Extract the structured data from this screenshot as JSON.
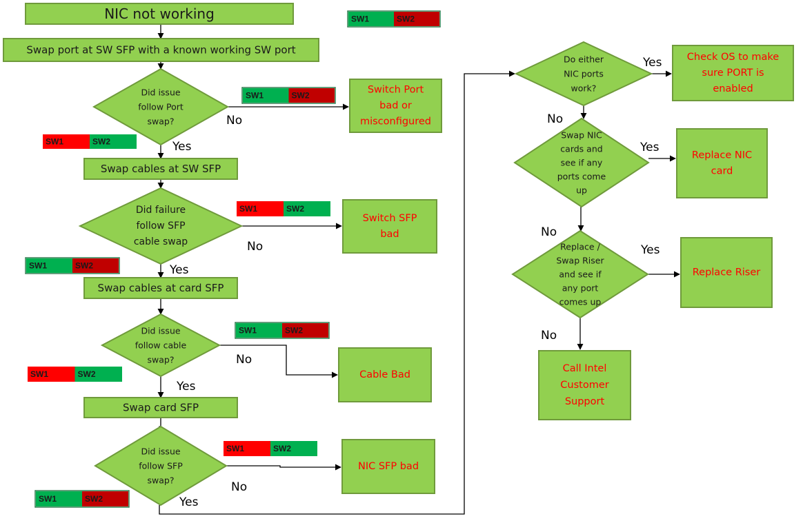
{
  "title": "NIC not working",
  "colors": {
    "box_fill": "#92d050",
    "box_stroke": "#6f9a3b",
    "result_text": "#ff0000",
    "sw_green": "#00b050",
    "sw_red_bright": "#ff0000",
    "sw_red_dark": "#c00000"
  },
  "legend": {
    "items": [
      {
        "label": "SW1",
        "status": "green"
      },
      {
        "label": "SW2",
        "status": "red"
      }
    ]
  },
  "nodes": [
    {
      "id": "start",
      "type": "process",
      "text": [
        "NIC not working"
      ]
    },
    {
      "id": "swap-port",
      "type": "process",
      "text": [
        "Swap port at SW SFP with a known working SW port"
      ]
    },
    {
      "id": "q-port",
      "type": "decision",
      "text": [
        "Did issue",
        "follow Port",
        "swap?"
      ]
    },
    {
      "id": "r-switch-port",
      "type": "result",
      "text": [
        "Switch Port",
        "bad or",
        "misconfigured"
      ]
    },
    {
      "id": "swap-cables-sw",
      "type": "process",
      "text": [
        "Swap cables at SW SFP"
      ]
    },
    {
      "id": "q-sfp-cable",
      "type": "decision",
      "text": [
        "Did failure",
        "follow SFP",
        "cable swap"
      ]
    },
    {
      "id": "r-switch-sfp",
      "type": "result",
      "text": [
        "Switch SFP",
        "bad"
      ]
    },
    {
      "id": "swap-cables-card",
      "type": "process",
      "text": [
        "Swap cables at card SFP"
      ]
    },
    {
      "id": "q-cable",
      "type": "decision",
      "text": [
        "Did issue",
        "follow cable",
        "swap?"
      ]
    },
    {
      "id": "r-cable",
      "type": "result",
      "text": [
        "Cable Bad"
      ]
    },
    {
      "id": "swap-card-sfp",
      "type": "process",
      "text": [
        "Swap card SFP"
      ]
    },
    {
      "id": "q-sfp",
      "type": "decision",
      "text": [
        "Did issue",
        "follow SFP",
        "swap?"
      ]
    },
    {
      "id": "r-nic-sfp",
      "type": "result",
      "text": [
        "NIC SFP bad"
      ]
    },
    {
      "id": "q-nic-ports",
      "type": "decision",
      "text": [
        "Do either",
        "NIC ports",
        "work?"
      ]
    },
    {
      "id": "r-check-os",
      "type": "result",
      "text": [
        "Check OS to make",
        "sure PORT is",
        "enabled"
      ]
    },
    {
      "id": "q-swap-nic",
      "type": "decision",
      "text": [
        "Swap NIC",
        "cards and",
        "see if any",
        "ports come",
        "up"
      ]
    },
    {
      "id": "r-replace-nic",
      "type": "result",
      "text": [
        "Replace NIC",
        "card"
      ]
    },
    {
      "id": "q-riser",
      "type": "decision",
      "text": [
        "Replace /",
        "Swap Riser",
        "and see if",
        "any port",
        "comes up"
      ]
    },
    {
      "id": "r-replace-riser",
      "type": "result",
      "text": [
        "Replace Riser"
      ]
    },
    {
      "id": "r-call-intel",
      "type": "result",
      "text": [
        "Call Intel",
        "Customer",
        "Support"
      ]
    }
  ],
  "edges": [
    {
      "from": "start",
      "to": "swap-port",
      "label": ""
    },
    {
      "from": "swap-port",
      "to": "q-port",
      "label": ""
    },
    {
      "from": "q-port",
      "to": "r-switch-port",
      "label": "No"
    },
    {
      "from": "q-port",
      "to": "swap-cables-sw",
      "label": "Yes"
    },
    {
      "from": "swap-cables-sw",
      "to": "q-sfp-cable",
      "label": ""
    },
    {
      "from": "q-sfp-cable",
      "to": "r-switch-sfp",
      "label": "No"
    },
    {
      "from": "q-sfp-cable",
      "to": "swap-cables-card",
      "label": "Yes"
    },
    {
      "from": "swap-cables-card",
      "to": "q-cable",
      "label": ""
    },
    {
      "from": "q-cable",
      "to": "r-cable",
      "label": "No"
    },
    {
      "from": "q-cable",
      "to": "swap-card-sfp",
      "label": "Yes"
    },
    {
      "from": "swap-card-sfp",
      "to": "q-sfp",
      "label": ""
    },
    {
      "from": "q-sfp",
      "to": "r-nic-sfp",
      "label": "No"
    },
    {
      "from": "q-sfp",
      "to": "q-nic-ports",
      "label": "Yes"
    },
    {
      "from": "q-nic-ports",
      "to": "r-check-os",
      "label": "Yes"
    },
    {
      "from": "q-nic-ports",
      "to": "q-swap-nic",
      "label": "No"
    },
    {
      "from": "q-swap-nic",
      "to": "r-replace-nic",
      "label": "Yes"
    },
    {
      "from": "q-swap-nic",
      "to": "q-riser",
      "label": "No"
    },
    {
      "from": "q-riser",
      "to": "r-replace-riser",
      "label": "Yes"
    },
    {
      "from": "q-riser",
      "to": "r-call-intel",
      "label": "No"
    }
  ],
  "status_bars": [
    {
      "id": "sb-legend",
      "sw1": "green",
      "sw2": "red",
      "labels": [
        "SW1",
        "SW2"
      ]
    },
    {
      "id": "sb-port-no",
      "sw1": "green",
      "sw2": "red",
      "labels": [
        "SW1",
        "SW2"
      ]
    },
    {
      "id": "sb-port-yes",
      "sw1": "red",
      "sw2": "green",
      "labels": [
        "SW1",
        "SW2"
      ]
    },
    {
      "id": "sb-sfpcable-no",
      "sw1": "red",
      "sw2": "green",
      "labels": [
        "SW1",
        "SW2"
      ]
    },
    {
      "id": "sb-sfpcable-yes",
      "sw1": "green",
      "sw2": "red",
      "labels": [
        "SW1",
        "SW2"
      ]
    },
    {
      "id": "sb-cable-no",
      "sw1": "green",
      "sw2": "red",
      "labels": [
        "SW1",
        "SW2"
      ]
    },
    {
      "id": "sb-cable-yes",
      "sw1": "red",
      "sw2": "green",
      "labels": [
        "SW1",
        "SW2"
      ]
    },
    {
      "id": "sb-sfp-no",
      "sw1": "red",
      "sw2": "green",
      "labels": [
        "SW1",
        "SW2"
      ]
    },
    {
      "id": "sb-sfp-yes",
      "sw1": "green",
      "sw2": "red",
      "labels": [
        "SW1",
        "SW2"
      ]
    }
  ]
}
